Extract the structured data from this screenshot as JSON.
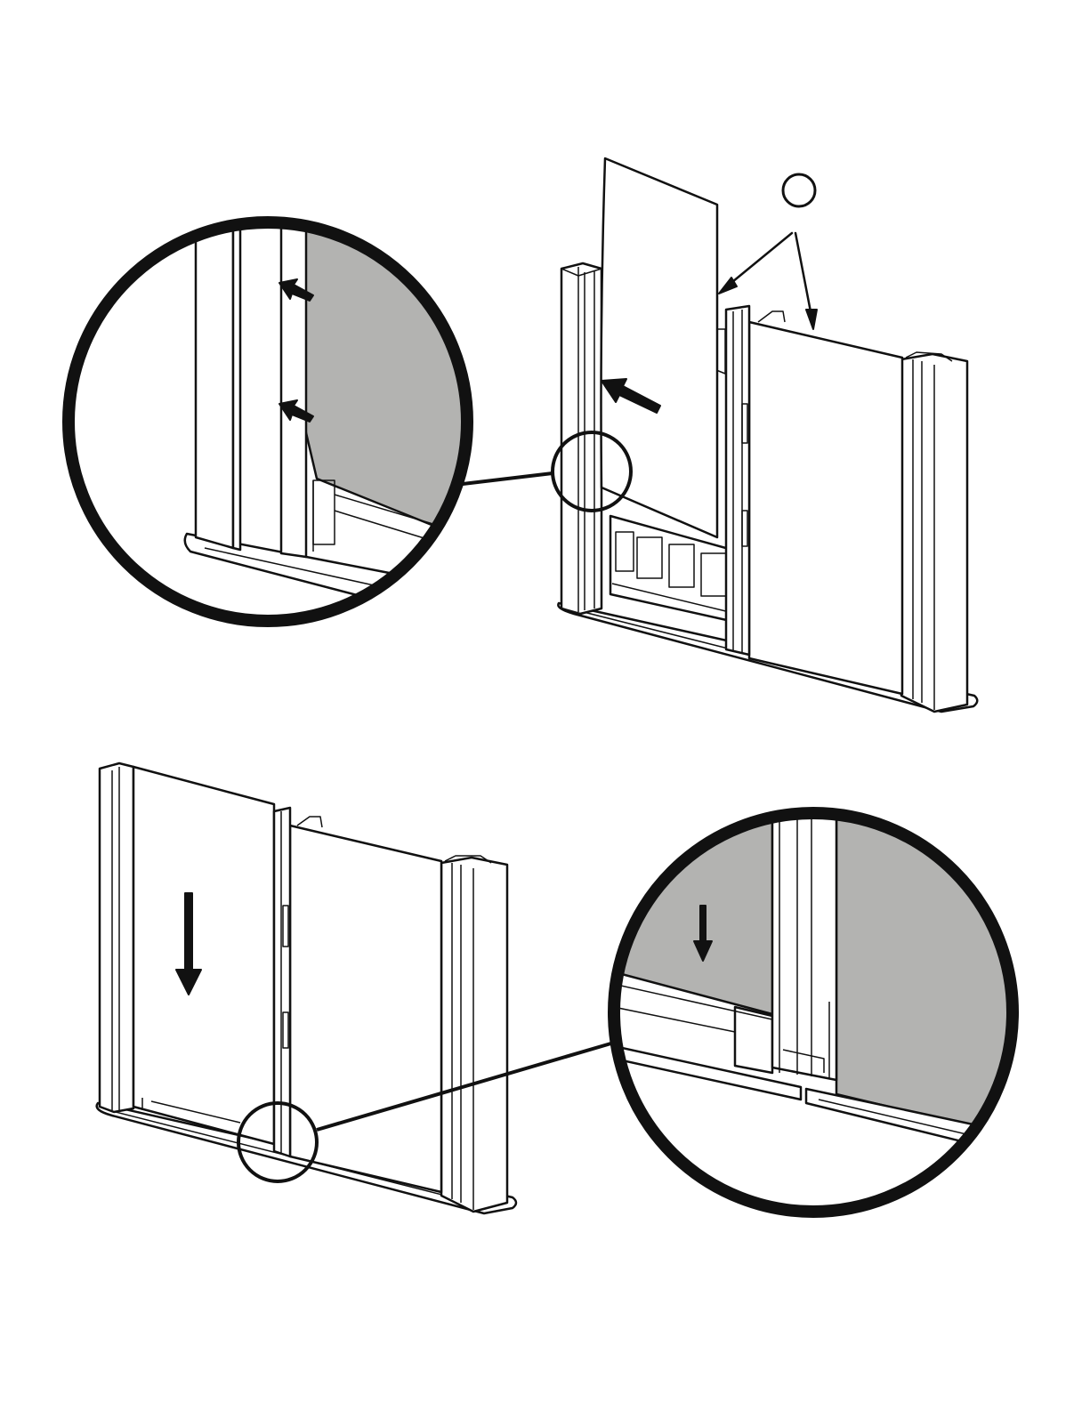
{
  "figure": {
    "callout_label": "",
    "steps": [
      {
        "id": "top",
        "action": "insert-panel-diagonal"
      },
      {
        "id": "bottom",
        "action": "slide-panel-down"
      }
    ],
    "colors": {
      "line": "#111111",
      "shade": "#b3b3b1",
      "background": "#ffffff"
    }
  }
}
